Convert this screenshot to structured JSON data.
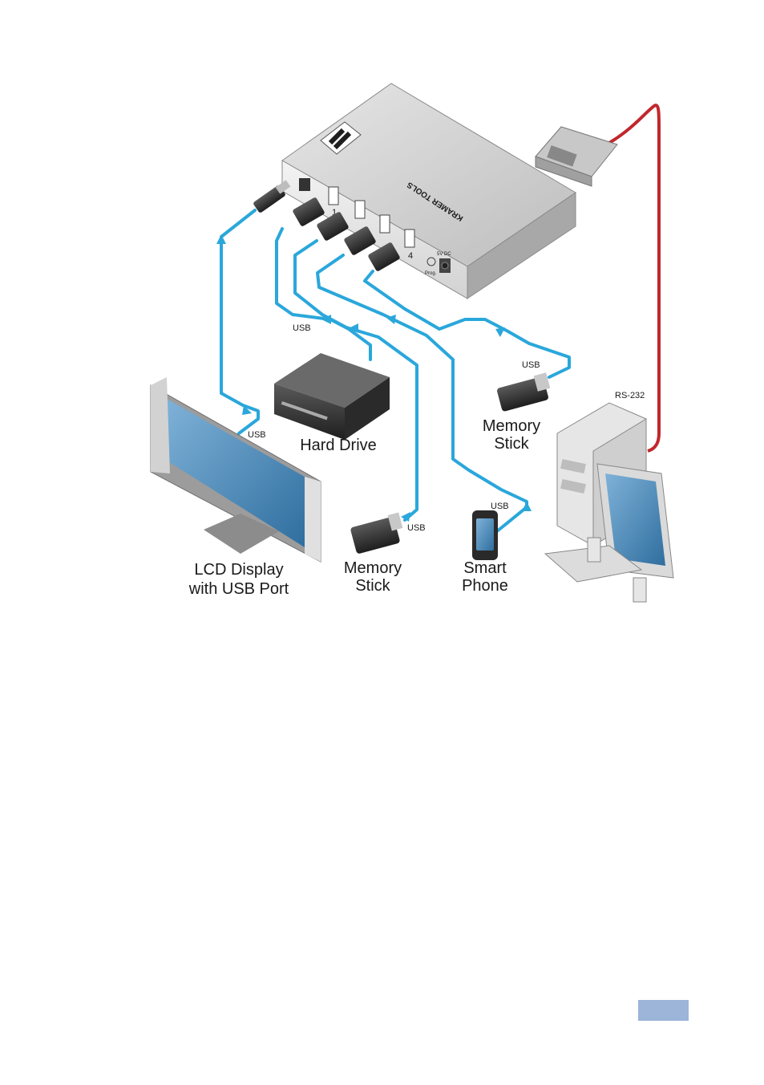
{
  "device": {
    "brand_text": "KRAMER TOOLS",
    "port_1": "1",
    "port_4": "4",
    "power_text": "5V DC",
    "prog_text": "Prog."
  },
  "connections": {
    "usb": "USB",
    "rs232": "RS-232"
  },
  "devices": {
    "hard_drive": "Hard Drive",
    "memory_stick_right_line1": "Memory",
    "memory_stick_right_line2": "Stick",
    "memory_stick_left_line1": "Memory",
    "memory_stick_left_line2": "Stick",
    "smart_phone_line1": "Smart",
    "smart_phone_line2": "Phone",
    "lcd_line1": "LCD Display",
    "lcd_line2": "with USB Port"
  },
  "colors": {
    "usb_cable": "#2aa7db",
    "rs232_cable": "#c1272d",
    "badge": "#9cb5d9"
  }
}
